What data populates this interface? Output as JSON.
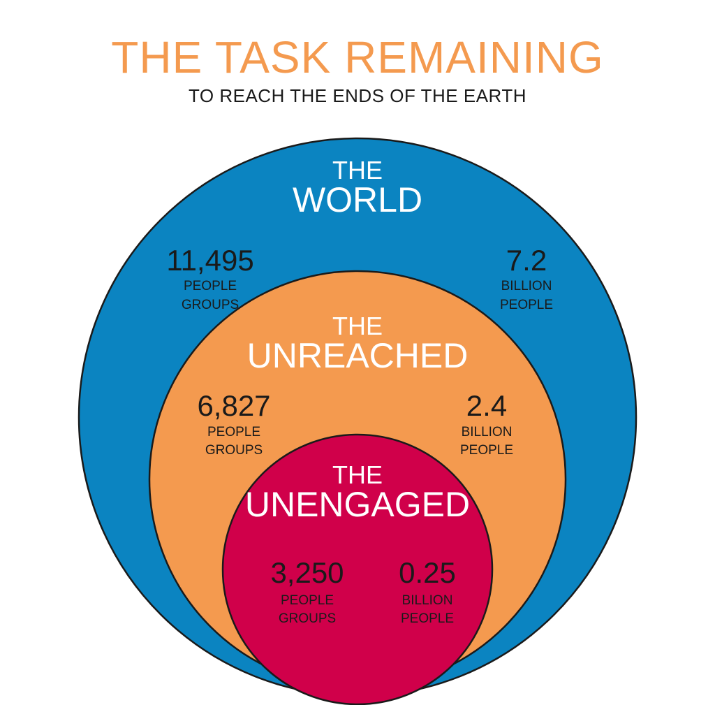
{
  "title": "THE TASK REMAINING",
  "subtitle": "TO REACH THE ENDS OF THE EARTH",
  "colors": {
    "title": "#f49a4f",
    "subtitle": "#1a1a1a",
    "world": "#0b84c1",
    "unreached": "#f49a4f",
    "unengaged": "#d0004a",
    "stroke": "#1a1a1a",
    "label_light": "#ffffff",
    "label_dark": "#1a1a1a"
  },
  "circles": [
    {
      "id": "world",
      "label_line1": "THE",
      "label_line2": "WORLD",
      "left": {
        "value": "11,495",
        "unit_line1": "PEOPLE",
        "unit_line2": "GROUPS"
      },
      "right": {
        "value": "7.2",
        "unit_line1": "BILLION",
        "unit_line2": "PEOPLE"
      }
    },
    {
      "id": "unreached",
      "label_line1": "THE",
      "label_line2": "UNREACHED",
      "left": {
        "value": "6,827",
        "unit_line1": "PEOPLE",
        "unit_line2": "GROUPS"
      },
      "right": {
        "value": "2.4",
        "unit_line1": "BILLION",
        "unit_line2": "PEOPLE"
      }
    },
    {
      "id": "unengaged",
      "label_line1": "THE",
      "label_line2": "UNENGAGED",
      "left": {
        "value": "3,250",
        "unit_line1": "PEOPLE",
        "unit_line2": "GROUPS"
      },
      "right": {
        "value": "0.25",
        "unit_line1": "BILLION",
        "unit_line2": "PEOPLE"
      }
    }
  ]
}
